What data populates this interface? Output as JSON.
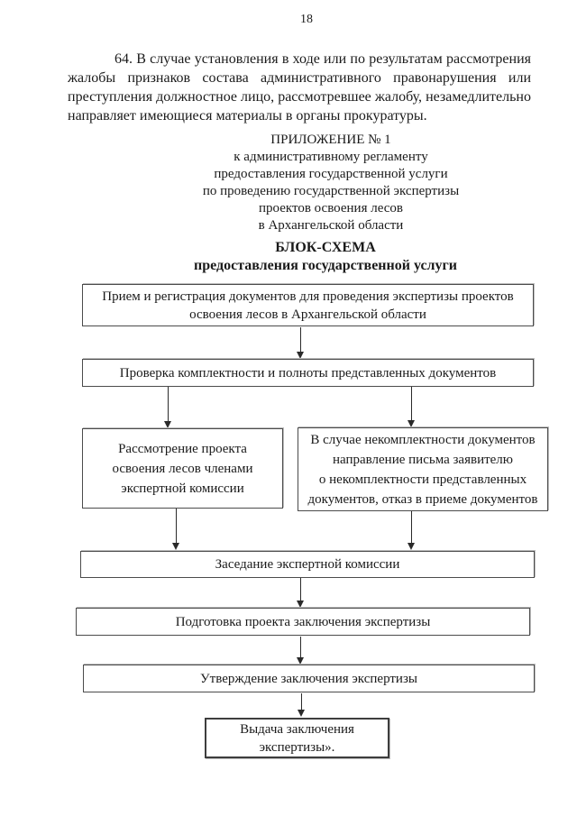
{
  "page": {
    "number": "18"
  },
  "paragraph_64": {
    "lines": [
      "64. В случае установления в ходе или по результатам рассмотрения",
      "жалобы признаков состава административного правонарушения или",
      "преступления должностное лицо, рассмотревшее жалобу, незамедлительно",
      "направляет имеющиеся материалы в органы прокуратуры."
    ]
  },
  "appendix": {
    "lines": [
      "ПРИЛОЖЕНИЕ № 1",
      "к административному регламенту",
      "предоставления государственной услуги",
      "по проведению государственной экспертизы",
      "проектов освоения лесов",
      "в Архангельской области"
    ]
  },
  "heading": {
    "title": "БЛОК-СХЕМА",
    "subtitle": "предоставления государственной услуги"
  },
  "flowchart": {
    "reception_box": {
      "lines": [
        "Прием и регистрация документов для проведения экспертизы проектов",
        "освоения лесов в Архангельской области"
      ]
    },
    "completeness_check_box": {
      "text": "Проверка комплектности и полноты представленных документов"
    },
    "project_review_box": {
      "lines": [
        "Рассмотрение проекта",
        "освоения лесов членами",
        "экспертной комиссии"
      ]
    },
    "incomplete_docs_box": {
      "lines": [
        "В случае некомплектности документов",
        "направление письма заявителю",
        "о некомплектности представленных",
        "документов, отказ в приеме документов"
      ]
    },
    "commission_meeting_box": {
      "text": "Заседание экспертной комиссии"
    },
    "draft_conclusion_box": {
      "text": "Подготовка проекта заключения экспертизы"
    },
    "approval_box": {
      "text": "Утверждение заключения экспертизы"
    },
    "issuance_box": {
      "lines": [
        "Выдача заключения",
        "экспертизы»."
      ]
    }
  },
  "colors": {
    "background": "#ffffff",
    "text": "#1a1a1a",
    "box_border": "#4b4b4b",
    "arrow": "#2a2a2a"
  }
}
